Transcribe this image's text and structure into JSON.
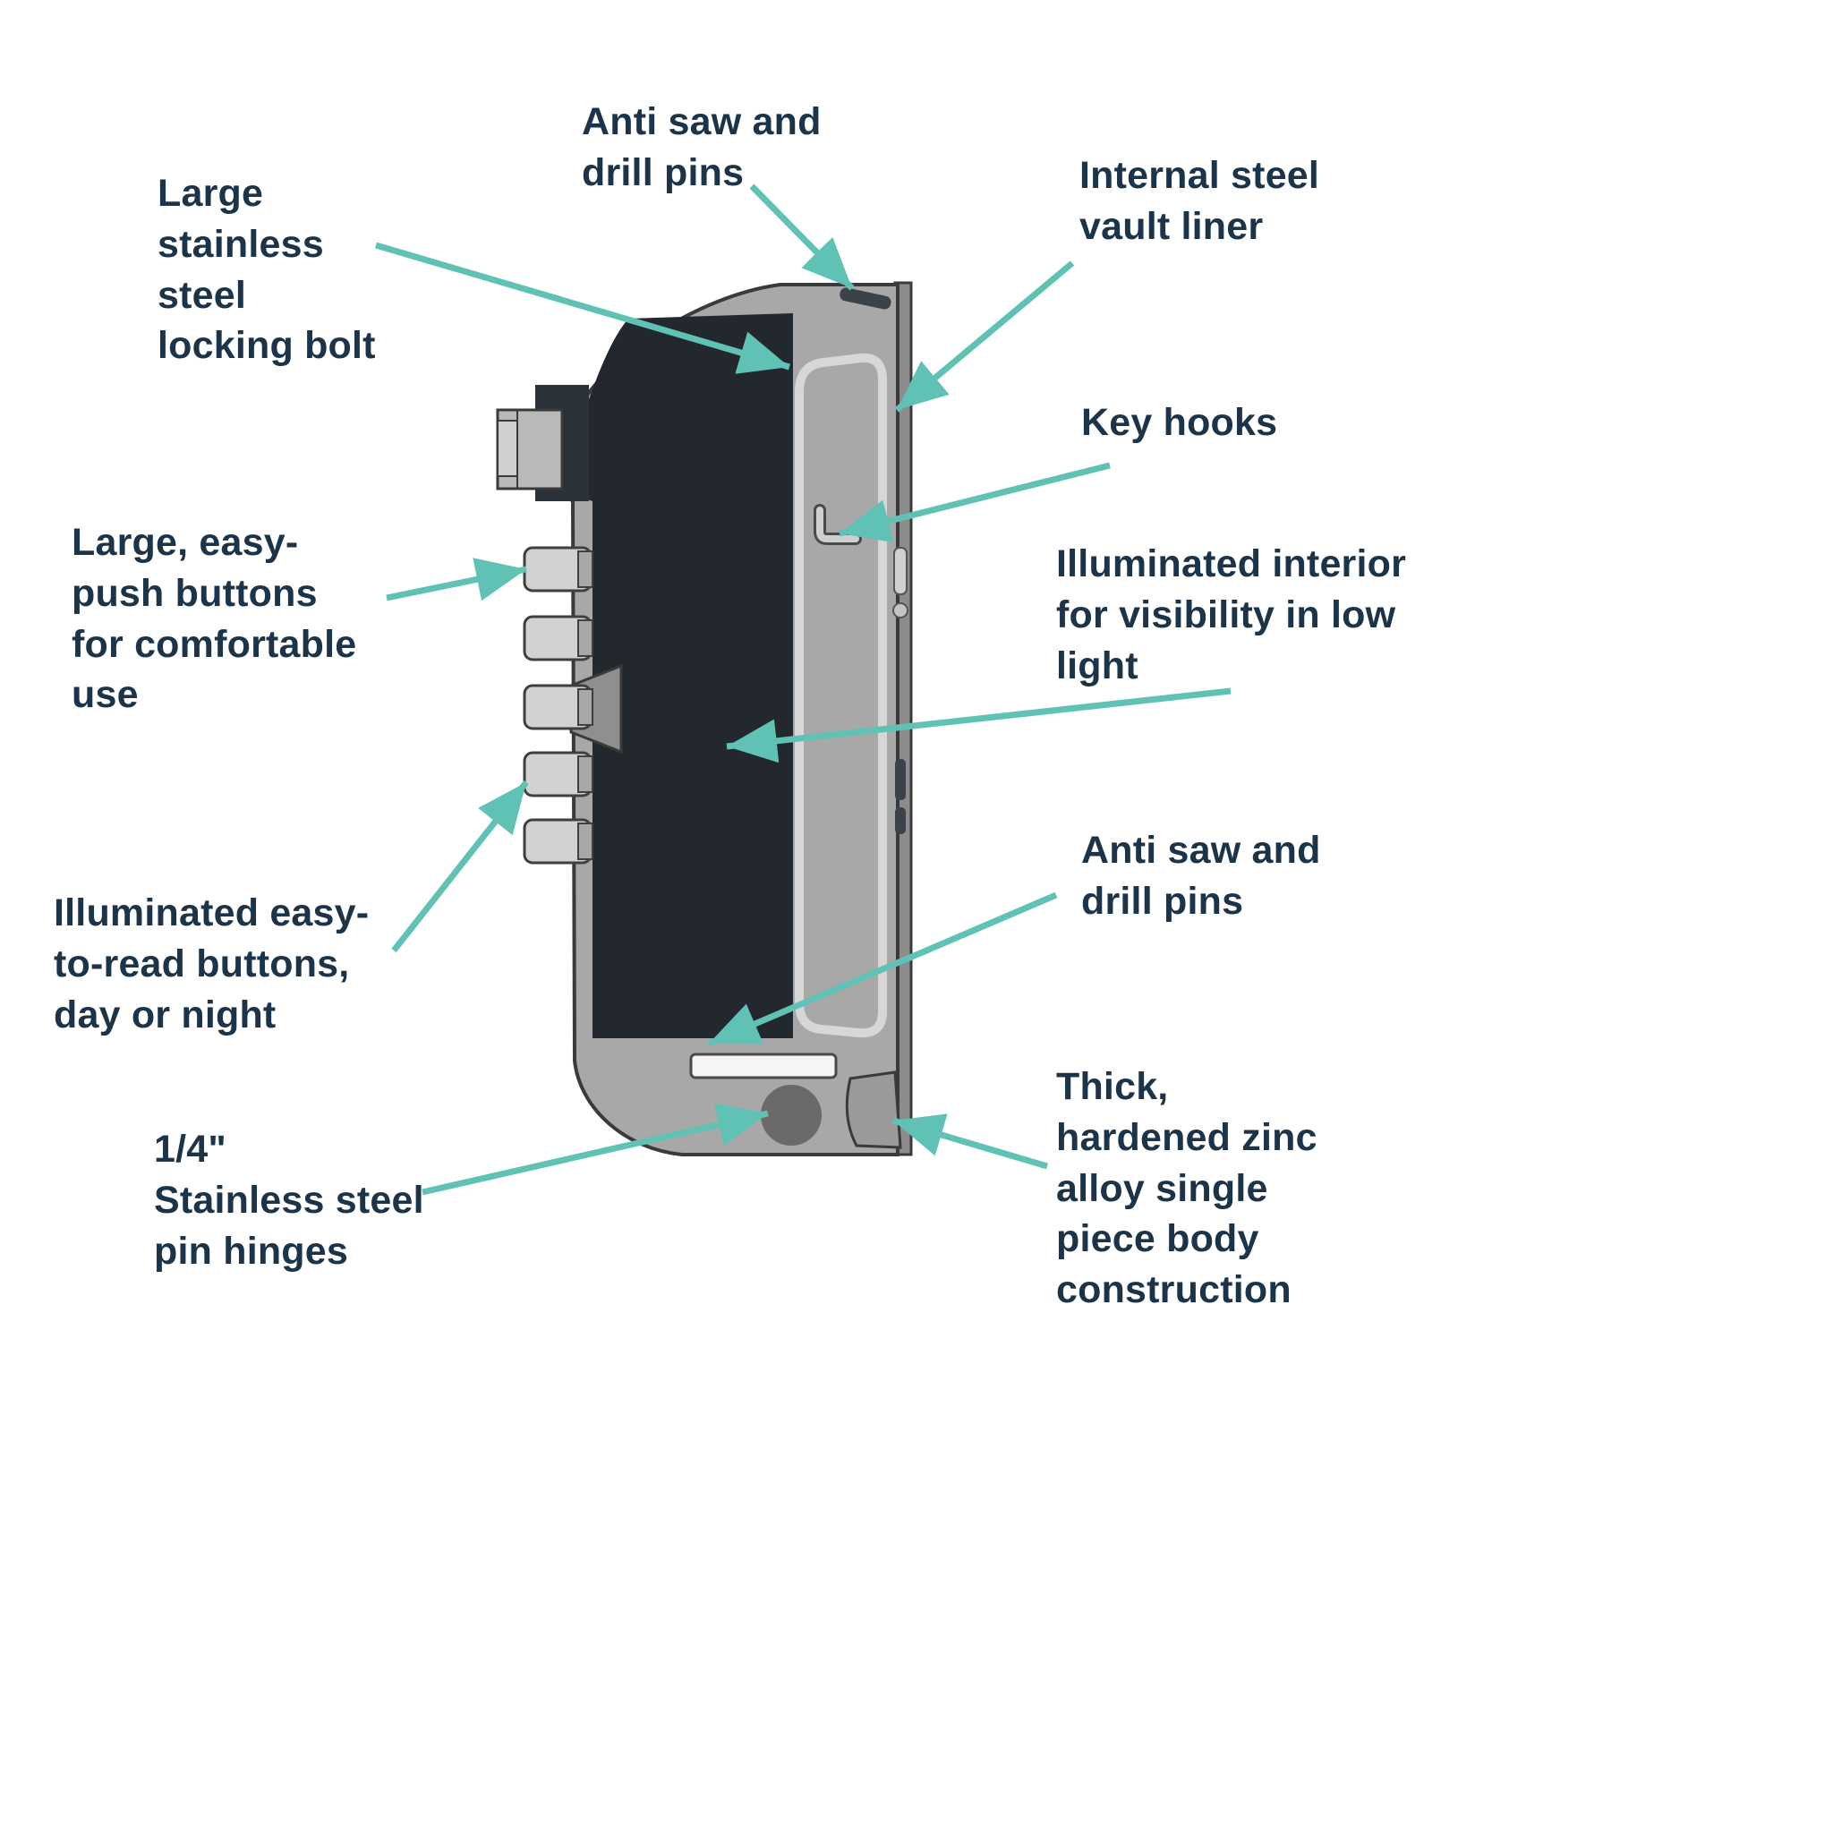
{
  "diagram": {
    "subject": "key-safe cutaway cross-section with feature callouts",
    "labels": [
      {
        "name": "anti-saw-drill-pins-top",
        "text": "Anti saw and\ndrill pins"
      },
      {
        "name": "locking-bolt",
        "text": "Large\nstainless\nsteel\nlocking bolt"
      },
      {
        "name": "internal-vault-liner",
        "text": "Internal steel\nvault liner"
      },
      {
        "name": "key-hooks",
        "text": "Key hooks"
      },
      {
        "name": "easy-push-buttons",
        "text": "Large, easy-\npush buttons\nfor comfortable\nuse"
      },
      {
        "name": "illuminated-interior",
        "text": "Illuminated interior\nfor visibility in low\nlight"
      },
      {
        "name": "illuminated-buttons",
        "text": "Illuminated easy-\nto-read buttons,\nday or night"
      },
      {
        "name": "anti-saw-drill-pins-bottom",
        "text": "Anti saw and\ndrill pins"
      },
      {
        "name": "stainless-pin-hinges",
        "text": "1/4\"\nStainless steel\npin hinges"
      },
      {
        "name": "zinc-body-construction",
        "text": "Thick,\nhardened zinc\nalloy single\npiece body\nconstruction"
      }
    ]
  },
  "colors": {
    "label_text": "#1c3449",
    "arrow": "#5fc2b5",
    "body_gray": "#a8a8a8",
    "back_wall_gray": "#8c8c8c",
    "interior_dark": "#22282e",
    "liner_light": "#d7d7d7",
    "button_light": "#d2d2d2",
    "outline_dark": "#3a3a3a",
    "background": "#ffffff"
  }
}
